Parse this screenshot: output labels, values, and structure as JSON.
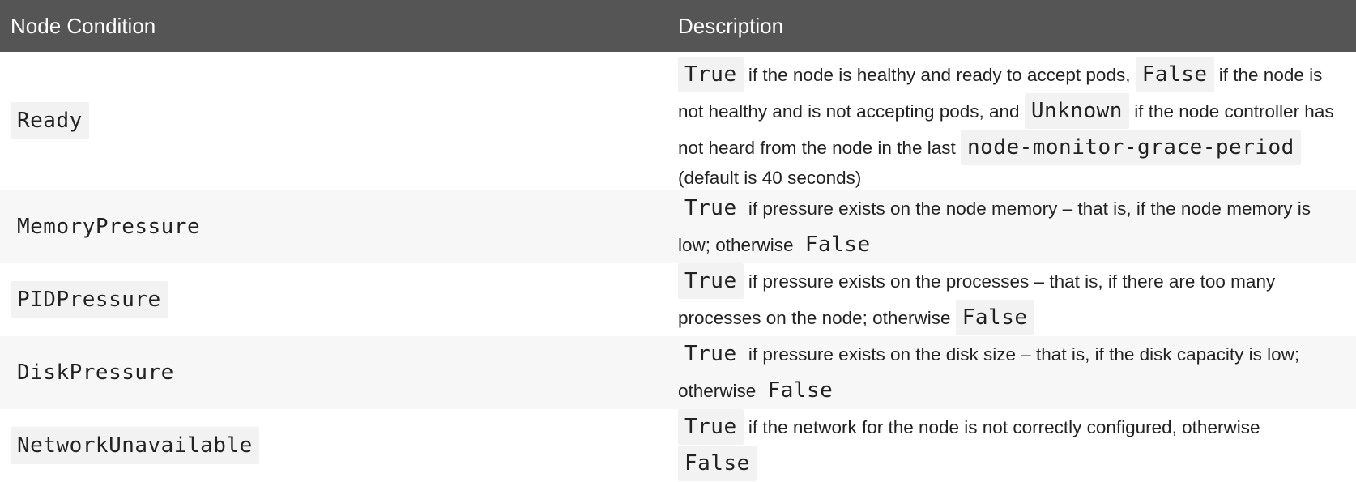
{
  "table": {
    "headers": {
      "condition": "Node Condition",
      "description": "Description"
    },
    "rows": {
      "ready": {
        "name": "Ready",
        "t1": "True",
        "s1": "if the node is healthy and ready to accept pods,",
        "t2": "False",
        "s2": "if the node is not healthy and is not accepting pods,",
        "s3": "and",
        "t3": "Unknown",
        "s4": "if the node controller has not heard from the node in the last",
        "t4": "node-monitor-grace-period",
        "s5": "(default is 40 seconds)"
      },
      "memory": {
        "name": "MemoryPressure",
        "t1": "True",
        "s1": "if pressure exists on the node memory – that is, if the node memory is low; otherwise",
        "t2": "False"
      },
      "pid": {
        "name": "PIDPressure",
        "t1": "True",
        "s1": "if pressure exists on the processes – that is, if there are too many processes on the node; otherwise",
        "t2": "False"
      },
      "disk": {
        "name": "DiskPressure",
        "t1": "True",
        "s1": "if pressure exists on the disk size – that is, if the disk capacity is low; otherwise",
        "t2": "False"
      },
      "network": {
        "name": "NetworkUnavailable",
        "t1": "True",
        "s1": "if the network for the node is not correctly configured, otherwise",
        "t2": "False"
      }
    }
  }
}
